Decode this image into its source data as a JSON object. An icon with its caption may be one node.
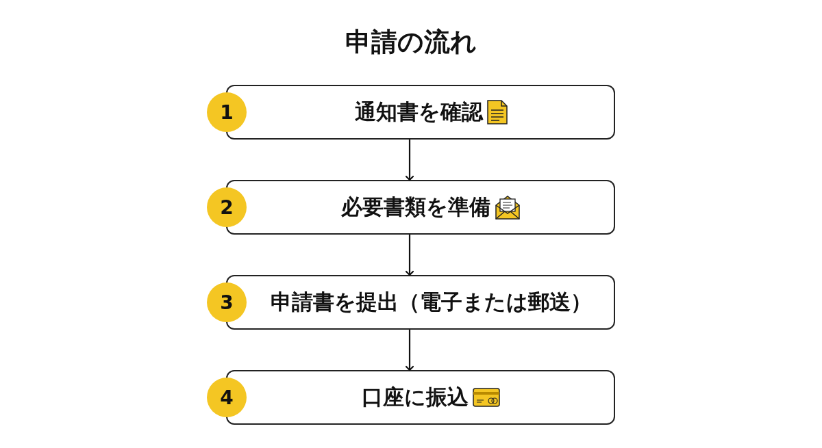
{
  "diagram": {
    "title": "申請の流れ",
    "nodes": [
      {
        "text": [
          "1"
        ]
      },
      {
        "text": [
          "通知書を確認"
        ]
      },
      {
        "text": [
          "2"
        ]
      },
      {
        "text": [
          "必要書類を準備"
        ]
      },
      {
        "text": [
          "3"
        ]
      },
      {
        "text": [
          "申請書を提出（電子または郵送）"
        ]
      },
      {
        "text": [
          "4"
        ]
      },
      {
        "text": [
          "口座に振込"
        ]
      }
    ],
    "edges": [
      {
        "from": 1,
        "to": 3,
        "arrow": "to"
      },
      {
        "from": 3,
        "to": 5,
        "arrow": "to"
      },
      {
        "from": 5,
        "to": 7,
        "arrow": "to"
      }
    ]
  }
}
